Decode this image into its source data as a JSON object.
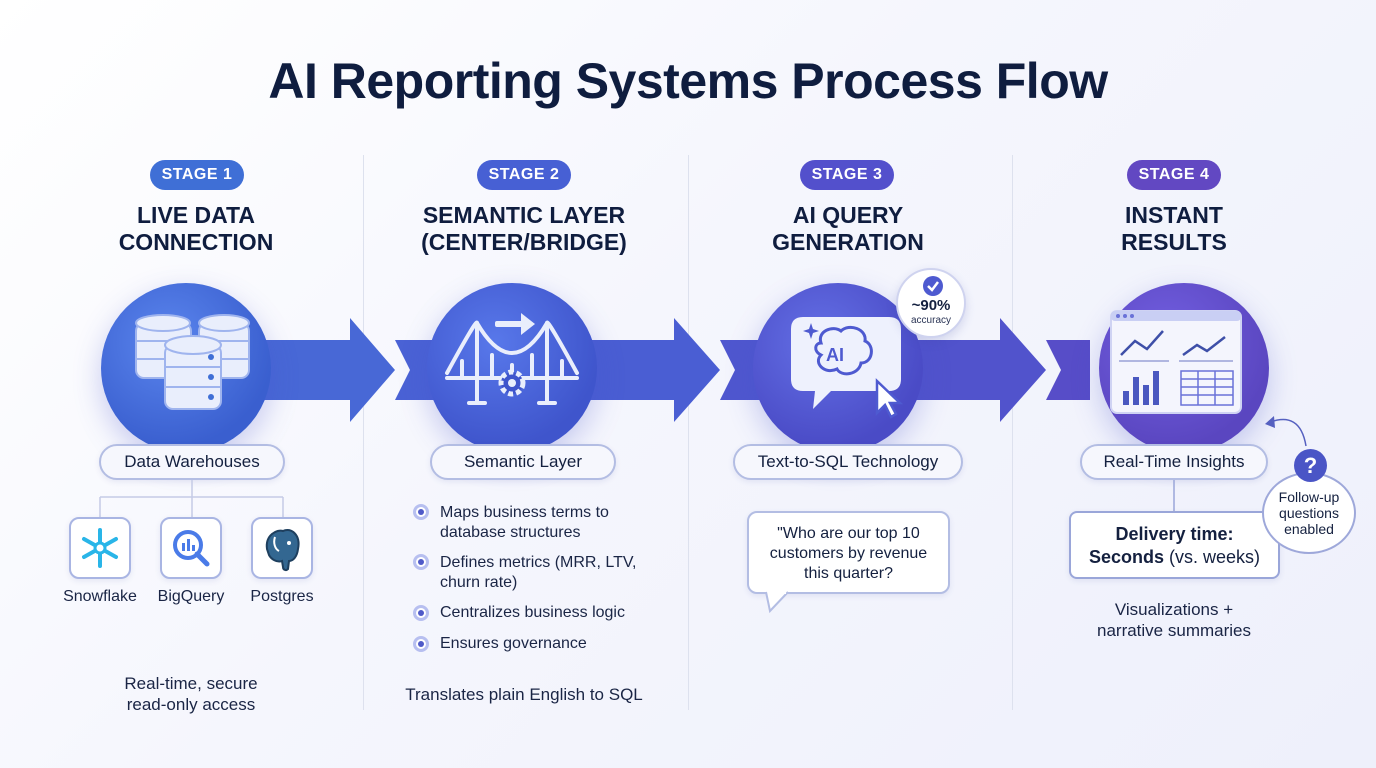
{
  "title": "AI Reporting Systems Process Flow",
  "colors": {
    "stage1": "#3f6fd6",
    "stage2": "#4760d4",
    "stage3": "#5350cc",
    "stage4": "#6248c2",
    "arrow": "#4c57cf",
    "text": "#0f1d3f"
  },
  "stages": [
    {
      "badge": "STAGE 1",
      "title_line1": "LIVE DATA",
      "title_line2": "CONNECTION",
      "icon": "database-stack-icon",
      "pill": "Data Warehouses",
      "sources": [
        {
          "label": "Snowflake",
          "icon": "snowflake-icon"
        },
        {
          "label": "BigQuery",
          "icon": "bigquery-icon"
        },
        {
          "label": "Postgres",
          "icon": "postgres-elephant-icon"
        }
      ],
      "footer_line1": "Real-time, secure",
      "footer_line2": "read-only access"
    },
    {
      "badge": "STAGE 2",
      "title_line1": "SEMANTIC LAYER",
      "title_line2": "(CENTER/BRIDGE)",
      "icon": "bridge-gear-icon",
      "pill": "Semantic Layer",
      "bullets": [
        {
          "line1": "Maps business terms to",
          "line2": "database structures"
        },
        {
          "line1": "Defines metrics (MRR, LTV,",
          "line2": "churn rate)"
        },
        {
          "line1": "Centralizes business logic",
          "line2": ""
        },
        {
          "line1": "Ensures governance",
          "line2": ""
        }
      ],
      "footer": "Translates plain English to SQL"
    },
    {
      "badge": "STAGE 3",
      "title_line1": "AI QUERY",
      "title_line2": "GENERATION",
      "icon": "ai-brain-chat-icon",
      "accuracy_value": "~90%",
      "accuracy_label": "accuracy",
      "pill": "Text-to-SQL Technology",
      "quote_line1": "\"Who are our top 10",
      "quote_line2": "customers by revenue",
      "quote_line3": "this quarter?"
    },
    {
      "badge": "STAGE 4",
      "title_line1": "INSTANT",
      "title_line2": "RESULTS",
      "icon": "dashboard-charts-icon",
      "pill": "Real-Time Insights",
      "delivery_label": "Delivery time:",
      "delivery_value": "Seconds",
      "delivery_note": "(vs. weeks)",
      "followup_line1": "Follow-up",
      "followup_line2": "questions",
      "followup_line3": "enabled",
      "followup_icon": "?",
      "footer_line1": "Visualizations +",
      "footer_line2": "narrative summaries"
    }
  ]
}
